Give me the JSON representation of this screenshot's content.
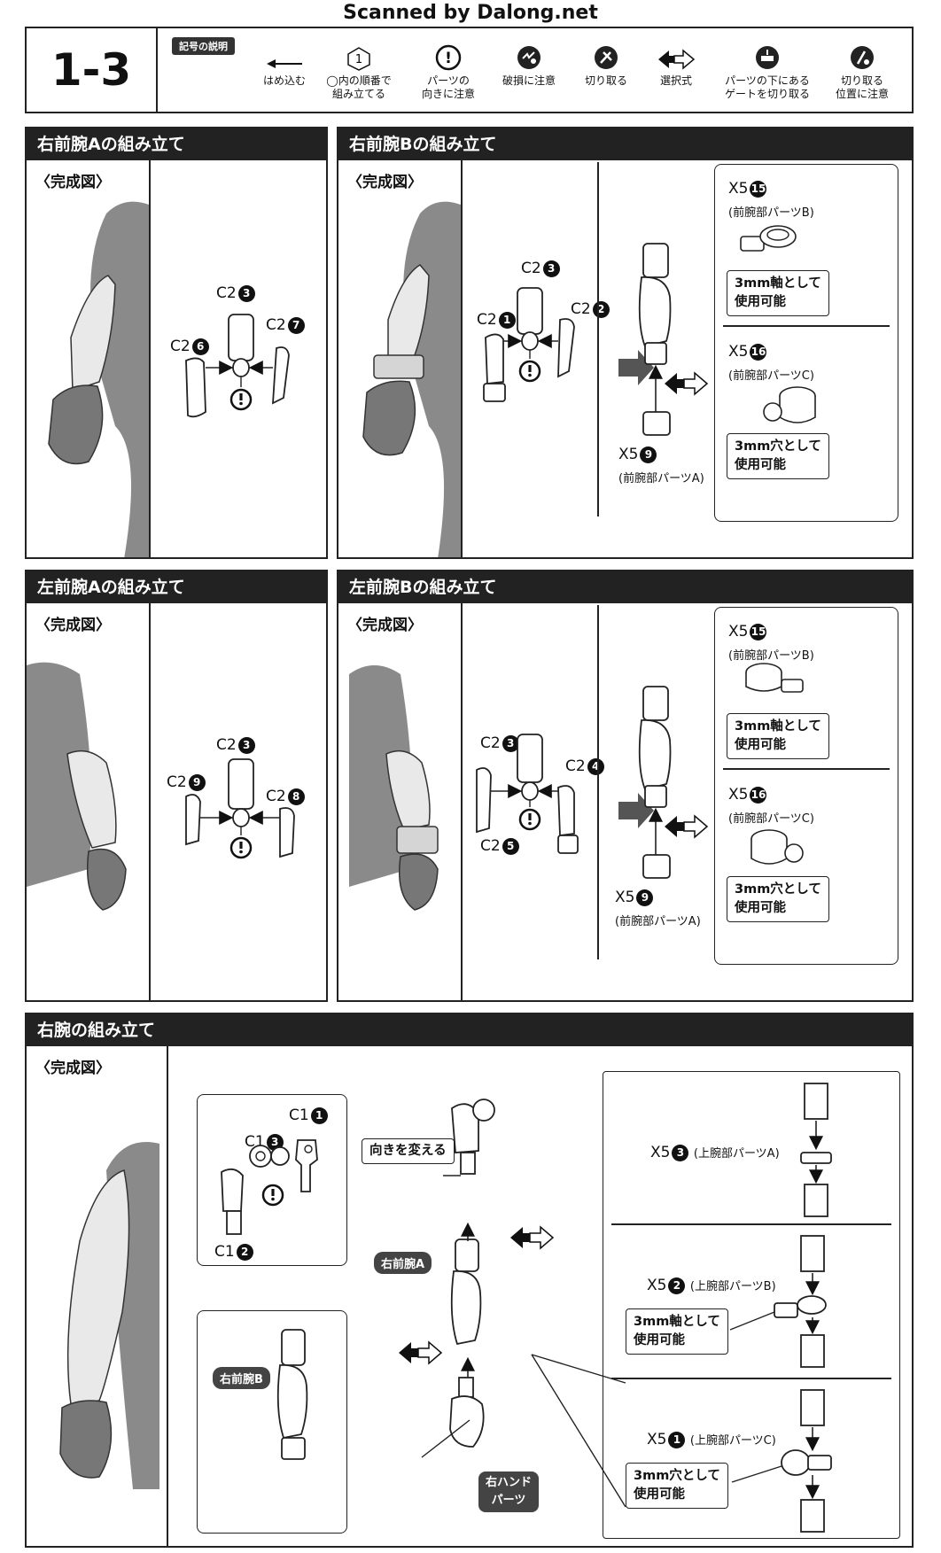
{
  "watermark": "Scanned by Dalong.net",
  "header": {
    "step": "1-3",
    "legend_label": "記号の説明",
    "symbols": [
      {
        "icon": "arrow-left-icon",
        "text1": "はめ込む",
        "text2": ""
      },
      {
        "icon": "numbered-order-icon",
        "glyph": "1",
        "text1": "◯内の順番で",
        "text2": "組み立てる"
      },
      {
        "icon": "exclamation-icon",
        "glyph": "!",
        "text1": "パーツの",
        "text2": "向きに注意"
      },
      {
        "icon": "breakage-icon",
        "text1": "破損に注意",
        "text2": ""
      },
      {
        "icon": "cut-icon",
        "text1": "切り取る",
        "text2": ""
      },
      {
        "icon": "select-arrows-icon",
        "text1": "選択式",
        "text2": ""
      },
      {
        "icon": "gate-cut-icon",
        "text1": "パーツの下にある",
        "text2": "ゲートを切り取る"
      },
      {
        "icon": "cut-position-icon",
        "text1": "切り取る",
        "text2": "位置に注意"
      }
    ]
  },
  "common": {
    "kansei": "〈完成図〉",
    "forearm_a_part": "(前腕部パーツA)",
    "forearm_b_part": "(前腕部パーツB)",
    "forearm_c_part": "(前腕部パーツC)",
    "shaft_note_1": "3mm軸として",
    "hole_note_1": "3mm穴として",
    "note_2": "使用可能"
  },
  "panels": {
    "right_a": {
      "title": "右前腕Aの組み立て",
      "p1": "C2",
      "n1": "3",
      "p2": "C2",
      "n2": "6",
      "p3": "C2",
      "n3": "7"
    },
    "right_b": {
      "title": "右前腕Bの組み立て",
      "p1": "C2",
      "n1": "3",
      "p2": "C2",
      "n2": "1",
      "p3": "C2",
      "n3": "2",
      "x_a": "X5",
      "xn_a": "9",
      "x_b": "X5",
      "xn_b": "15",
      "x_c": "X5",
      "xn_c": "16"
    },
    "left_a": {
      "title": "左前腕Aの組み立て",
      "p1": "C2",
      "n1": "3",
      "p2": "C2",
      "n2": "9",
      "p3": "C2",
      "n3": "8"
    },
    "left_b": {
      "title": "左前腕Bの組み立て",
      "p1": "C2",
      "n1": "3",
      "p2": "C2",
      "n2": "4",
      "p3": "C2",
      "n3": "5",
      "x_a": "X5",
      "xn_a": "9",
      "x_b": "X5",
      "xn_b": "15",
      "x_c": "X5",
      "xn_c": "16"
    },
    "upper": {
      "title": "右腕の組み立て",
      "c1a": "C1",
      "c1a_n": "1",
      "c1b": "C1",
      "c1b_n": "3",
      "c1c": "C1",
      "c1c_n": "2",
      "turn_note": "向きを変える",
      "tag_right_a": "右前腕A",
      "tag_right_b": "右前腕B",
      "hand_tag_1": "右ハンド",
      "hand_tag_2": "パーツ",
      "u_a": "X5",
      "u_a_n": "3",
      "u_a_name": "(上腕部パーツA)",
      "u_b": "X5",
      "u_b_n": "2",
      "u_b_name": "(上腕部パーツB)",
      "u_c": "X5",
      "u_c_n": "1",
      "u_c_name": "(上腕部パーツC)"
    }
  }
}
